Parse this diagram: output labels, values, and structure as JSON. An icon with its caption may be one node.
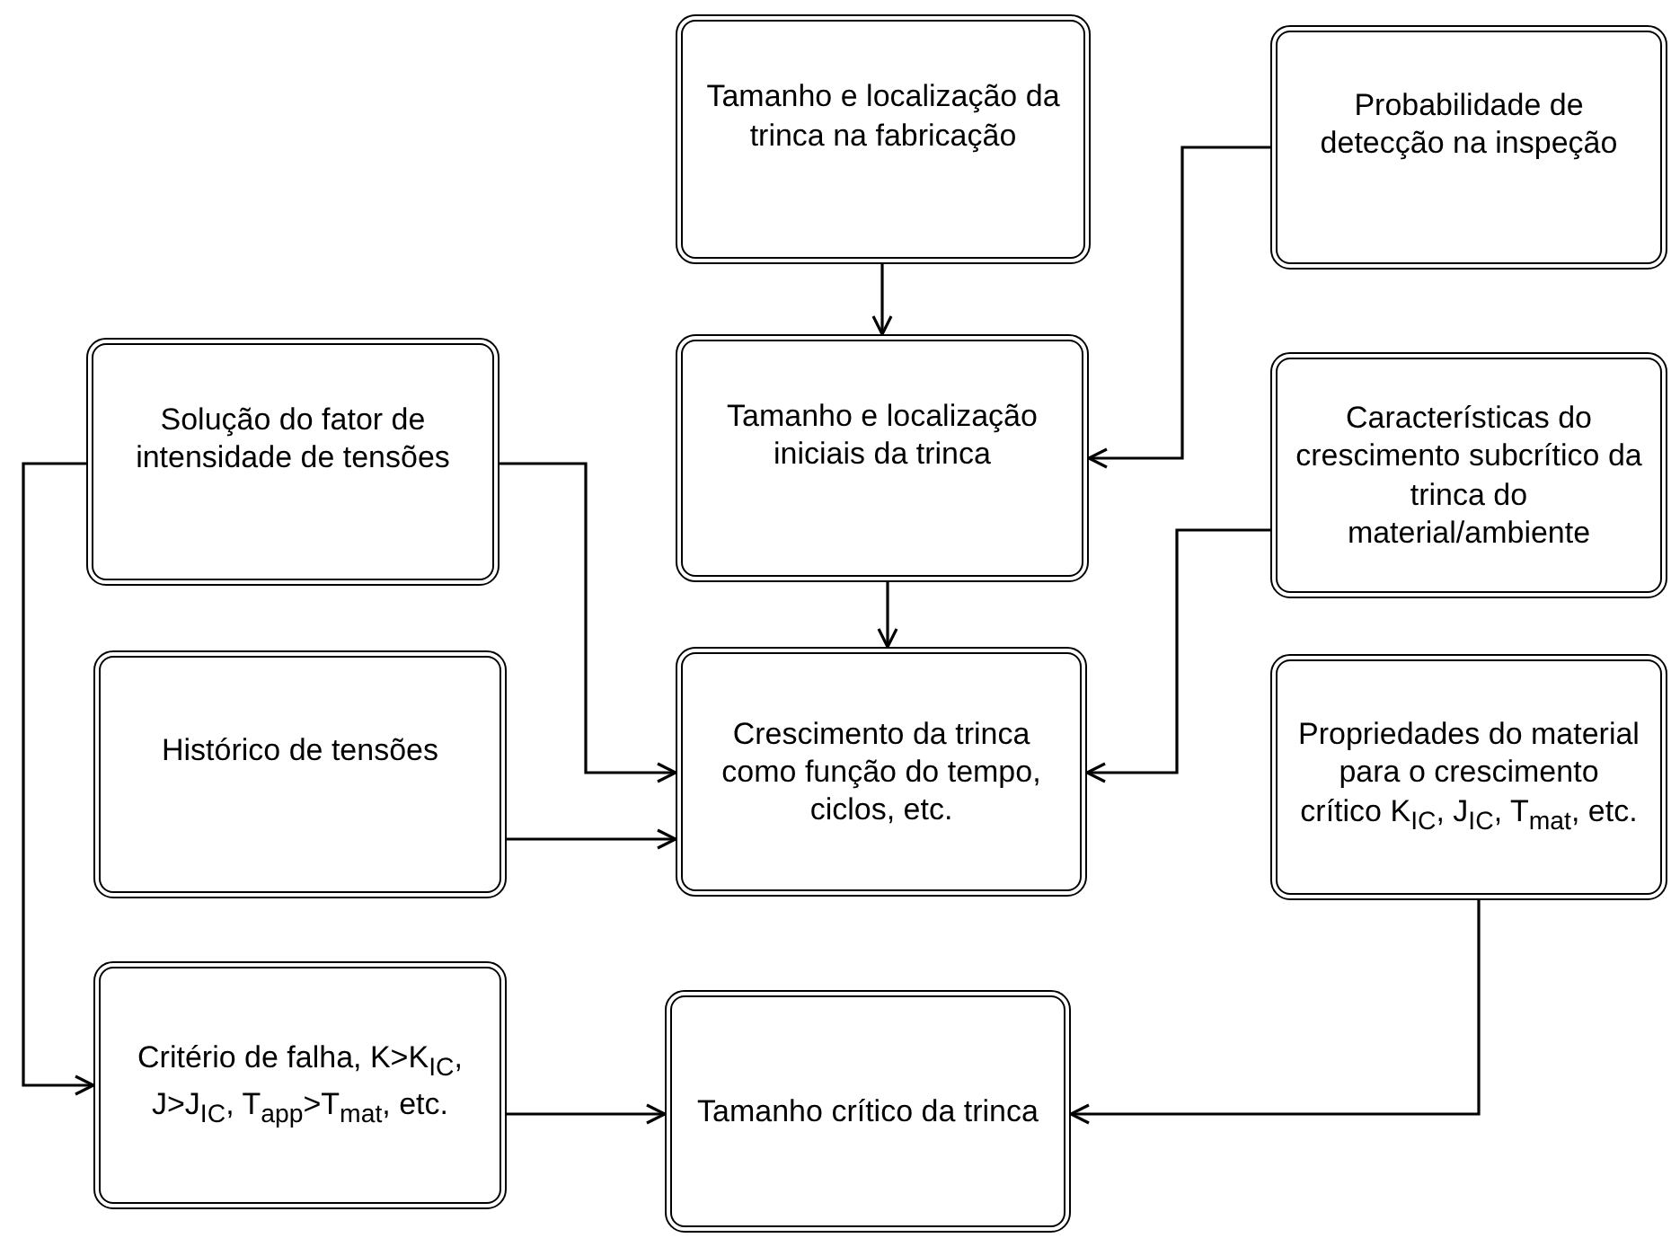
{
  "diagram": {
    "nodes": [
      {
        "text": [
          "Tamanho e localização da trinca na fabricação"
        ]
      },
      {
        "text": [
          "Probabilidade de detecção na inspeção"
        ]
      },
      {
        "text": [
          "Solução do fator de intensidade de tensões"
        ]
      },
      {
        "text": [
          "Tamanho e localização iniciais da trinca"
        ]
      },
      {
        "text": [
          "Características do crescimento subcrítico da trinca do material/ambiente"
        ]
      },
      {
        "text": [
          "Histórico de tensões"
        ]
      },
      {
        "text": [
          "Crescimento da trinca como função do tempo, ciclos, etc."
        ]
      },
      {
        "text": [
          "Propriedades do material para o crescimento crítico K$_{IC}$, J$_{IC}$, T$_{mat}$, etc."
        ]
      },
      {
        "text": [
          "Critério de falha, K>K$_{IC}$, J>J$_{IC}$, T$_{app}$>T$_{mat}$, etc."
        ]
      },
      {
        "text": [
          "Tamanho crítico da trinca"
        ]
      }
    ],
    "edges": [
      {
        "from": 0,
        "to": 3,
        "arrow": "to"
      },
      {
        "from": 1,
        "to": 3,
        "arrow": "to"
      },
      {
        "from": 2,
        "to": 6,
        "arrow": "to"
      },
      {
        "from": 5,
        "to": 6,
        "arrow": "to"
      },
      {
        "from": 3,
        "to": 6,
        "arrow": "to"
      },
      {
        "from": 4,
        "to": 6,
        "arrow": "to"
      },
      {
        "from": 2,
        "to": 8,
        "arrow": "to"
      },
      {
        "from": 8,
        "to": 9,
        "arrow": "to"
      },
      {
        "from": 7,
        "to": 9,
        "arrow": "to"
      }
    ]
  }
}
